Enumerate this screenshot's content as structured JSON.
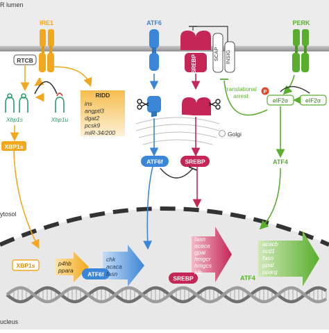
{
  "regions": {
    "er_lumen": "R lumen",
    "cytosol": "ytosol",
    "nucleus": "ucleus",
    "golgi": "Golgi"
  },
  "ire1": {
    "label": "IRE1",
    "rtcb": "RTCB",
    "xbp1s_mrna": "Xbp1s",
    "xbp1u_mrna": "Xbp1u",
    "ridd_title": "RIDD",
    "ridd_targets": [
      "ins",
      "angptl3",
      "dgat2",
      "pcsk9",
      "miR-34/200"
    ],
    "xbp1s_protein": "XBP1s"
  },
  "atf6": {
    "label": "ATF6",
    "srebp_membrane": "SREBP",
    "scap": "SCAP",
    "insig": "INSIG",
    "atf6f": "ATF6f",
    "srebp_cleaved": "SREBP"
  },
  "perk": {
    "label": "PERK",
    "phospho": "P",
    "eif2a_p": "eIF2α",
    "eif2a": "eIF2α",
    "translational_arrest": [
      "translational",
      "arrest"
    ],
    "atf4": "ATF4"
  },
  "nucleus_targets": {
    "xbp1s": {
      "tf": "XBP1s",
      "genes": [
        "p4hb",
        "ppara"
      ]
    },
    "atf6f": {
      "tf": "ATF6f",
      "genes": [
        "chk",
        "acaca",
        "fasn"
      ]
    },
    "srebp": {
      "tf": "SREBP",
      "genes": [
        "fasn",
        "acaca",
        "gpal",
        "hmgcr",
        "hmgcs",
        "ldlr"
      ]
    },
    "atf4": {
      "tf": "ATF4",
      "genes": [
        "acacb",
        "scd1",
        "fasn",
        "gpat",
        "pparg"
      ]
    }
  },
  "colors": {
    "ire1": "#f2a81d",
    "atf6": "#3b86d6",
    "srebp": "#c42657",
    "perk": "#5aae2e",
    "membrane": "#9a9a9a",
    "nucleus_bg": "#e6e6e6"
  }
}
